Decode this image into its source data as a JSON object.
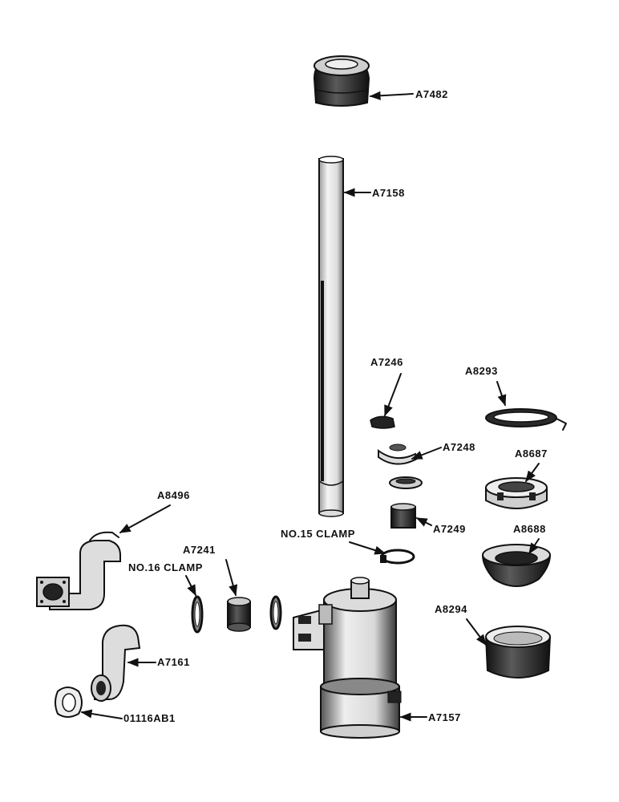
{
  "diagram": {
    "colors": {
      "ink": "#111111",
      "paper": "#ffffff",
      "gray": "#bdbdbd",
      "dark": "#2a2a2a"
    },
    "labels": {
      "cap": "A7482",
      "pipe": "A7158",
      "a7246": "A7246",
      "a8293": "A8293",
      "a7248": "A7248",
      "a8687": "A8687",
      "a7249": "A7249",
      "a8688": "A8688",
      "no15": "NO.15  CLAMP",
      "a8496": "A8496",
      "a7241": "A7241",
      "no16": "NO.16 CLAMP",
      "a8294": "A8294",
      "a7161": "A7161",
      "gasket": "01116AB1",
      "a7157": "A7157"
    }
  }
}
